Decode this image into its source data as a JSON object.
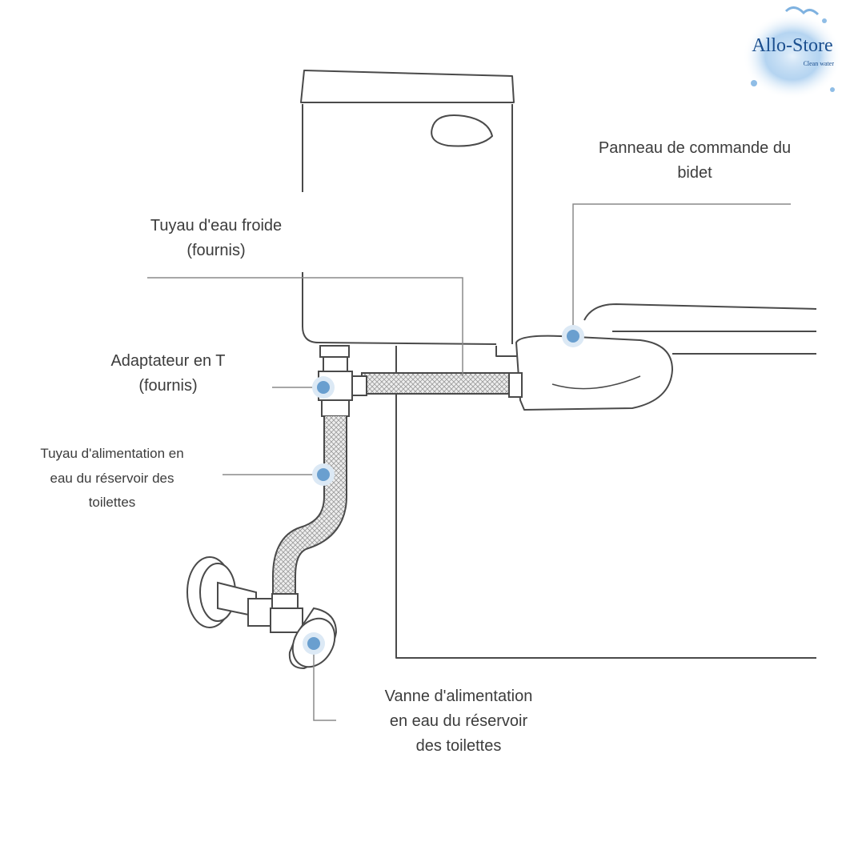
{
  "logo": {
    "name": "Allo-Store",
    "tagline": "Clean water"
  },
  "labels": {
    "bidet_panel": [
      "Panneau de commande du",
      "bidet"
    ],
    "cold_water_hose": [
      "Tuyau d'eau froide",
      "(fournis)"
    ],
    "t_adapter": [
      "Adaptateur en T",
      "(fournis)"
    ],
    "tank_supply_hose": [
      "Tuyau d'alimentation en",
      "eau du réservoir des",
      "toilettes"
    ],
    "tank_supply_valve": [
      "Vanne d'alimentation",
      "en eau du réservoir",
      "des toilettes"
    ]
  },
  "colors": {
    "marker": "#6a9fcf",
    "line": "#8a8a8a",
    "text": "#3c3c3c"
  }
}
